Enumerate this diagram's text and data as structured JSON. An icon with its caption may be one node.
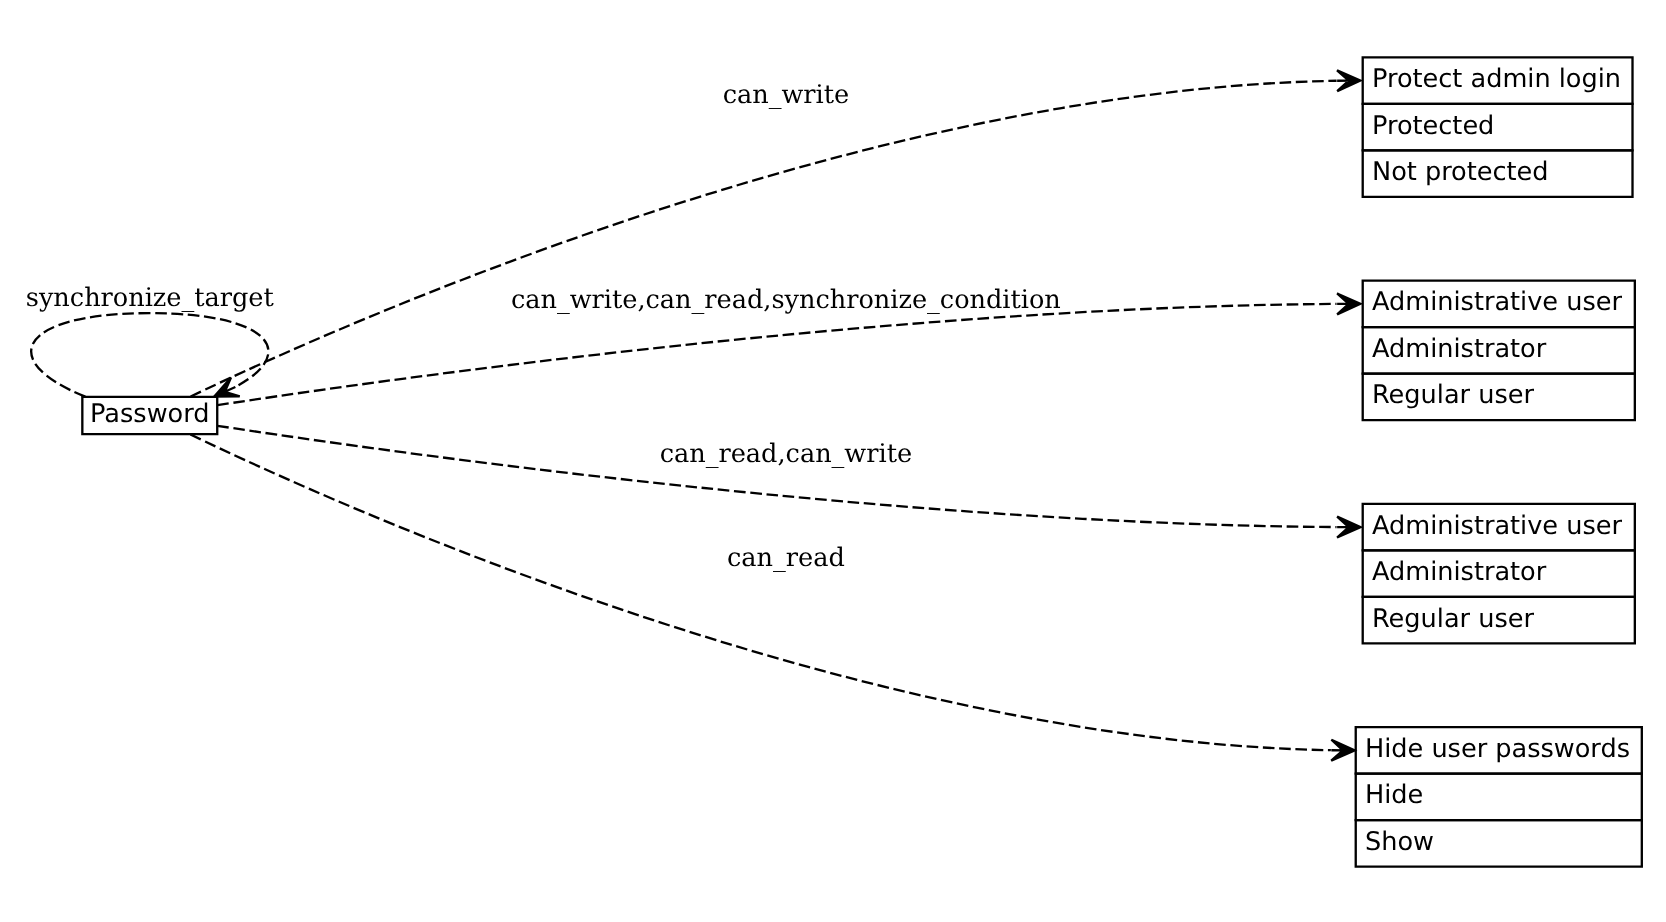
{
  "diagram": {
    "nodes": [
      {
        "text": [
          "Password"
        ]
      },
      {
        "text": [
          "Protect admin login",
          "Protected",
          "Not protected"
        ]
      },
      {
        "text": [
          "Administrative user",
          "Administrator",
          "Regular user"
        ]
      },
      {
        "text": [
          "Administrative user",
          "Administrator",
          "Regular user"
        ]
      },
      {
        "text": [
          "Hide user passwords",
          "Hide",
          "Show"
        ]
      }
    ],
    "edges": [
      {
        "from": 0,
        "to": 0,
        "arrow": "to",
        "label": "synchronize_target",
        "style": "dashed"
      },
      {
        "from": 0,
        "to": 1,
        "arrow": "to",
        "label": "can_write",
        "style": "dashed"
      },
      {
        "from": 0,
        "to": 2,
        "arrow": "to",
        "label": "can_write,can_read,synchronize_condition",
        "style": "dashed"
      },
      {
        "from": 0,
        "to": 3,
        "arrow": "to",
        "label": "can_read,can_write",
        "style": "dashed"
      },
      {
        "from": 0,
        "to": 4,
        "arrow": "to",
        "label": "can_read",
        "style": "dashed"
      }
    ]
  }
}
